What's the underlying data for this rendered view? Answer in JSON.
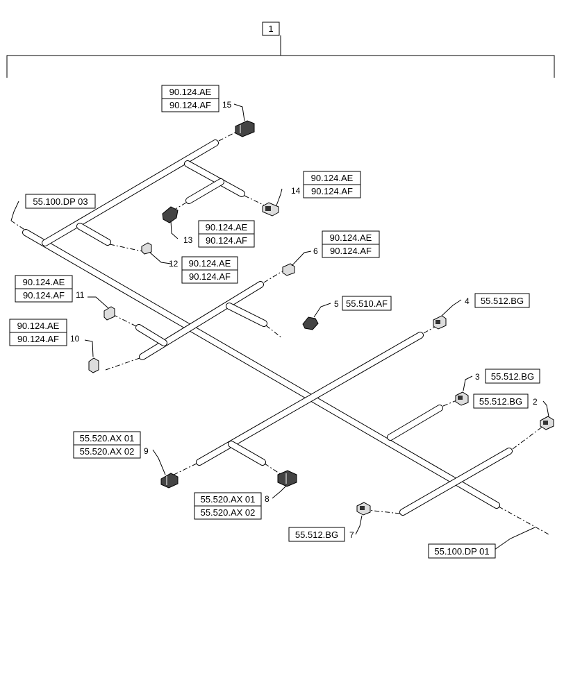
{
  "assembly": {
    "label": "1"
  },
  "callouts": {
    "c1": {
      "num": "1"
    },
    "c2": {
      "num": "2",
      "refs": [
        "55.512.BG"
      ]
    },
    "c3": {
      "num": "3",
      "refs": [
        "55.512.BG"
      ]
    },
    "c4": {
      "num": "4",
      "refs": [
        "55.512.BG"
      ]
    },
    "c5": {
      "num": "5",
      "refs": [
        "55.510.AF"
      ]
    },
    "c6": {
      "num": "6",
      "refs": [
        "90.124.AE",
        "90.124.AF"
      ]
    },
    "c7": {
      "num": "7",
      "refs": [
        "55.512.BG"
      ]
    },
    "c8": {
      "num": "8",
      "refs": [
        "55.520.AX 01",
        "55.520.AX 02"
      ]
    },
    "c9": {
      "num": "9",
      "refs": [
        "55.520.AX 01",
        "55.520.AX 02"
      ]
    },
    "c10": {
      "num": "10",
      "refs": [
        "90.124.AE",
        "90.124.AF"
      ]
    },
    "c11": {
      "num": "11",
      "refs": [
        "90.124.AE",
        "90.124.AF"
      ]
    },
    "c12": {
      "num": "12",
      "refs": [
        "90.124.AE",
        "90.124.AF"
      ]
    },
    "c13": {
      "num": "13",
      "refs": [
        "90.124.AE",
        "90.124.AF"
      ]
    },
    "c14": {
      "num": "14",
      "refs": [
        "90.124.AE",
        "90.124.AF"
      ]
    },
    "c15": {
      "num": "15",
      "refs": [
        "90.124.AE",
        "90.124.AF"
      ]
    }
  },
  "harness_ends": {
    "top_left": {
      "ref": "55.100.DP 03"
    },
    "bottom_right": {
      "ref": "55.100.DP 01"
    }
  }
}
